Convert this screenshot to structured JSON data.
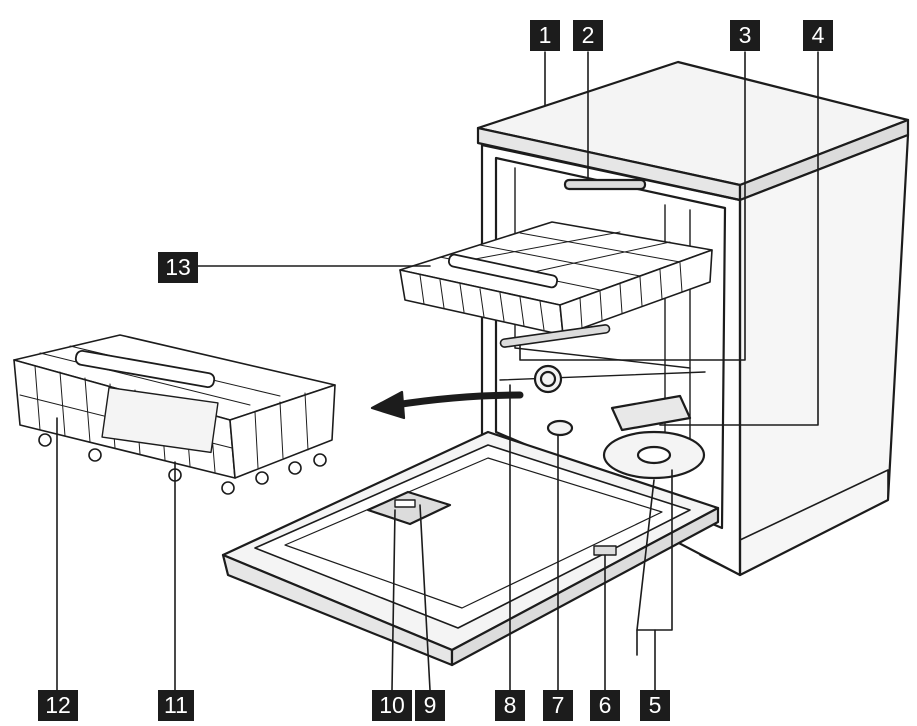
{
  "colors": {
    "ink": "#1c1c1c",
    "callout_bg": "#1c1c1c",
    "callout_text": "#ffffff",
    "fill_light": "#f4f4f4",
    "fill_mid": "#dcdcdc",
    "background": "#ffffff"
  },
  "callouts": [
    {
      "id": "c1",
      "label": "1"
    },
    {
      "id": "c2",
      "label": "2"
    },
    {
      "id": "c3",
      "label": "3"
    },
    {
      "id": "c4",
      "label": "4"
    },
    {
      "id": "c5",
      "label": "5"
    },
    {
      "id": "c6",
      "label": "6"
    },
    {
      "id": "c7",
      "label": "7"
    },
    {
      "id": "c8",
      "label": "8"
    },
    {
      "id": "c9",
      "label": "9"
    },
    {
      "id": "c10",
      "label": "10"
    },
    {
      "id": "c11",
      "label": "11"
    },
    {
      "id": "c12",
      "label": "12"
    },
    {
      "id": "c13",
      "label": "13"
    }
  ]
}
